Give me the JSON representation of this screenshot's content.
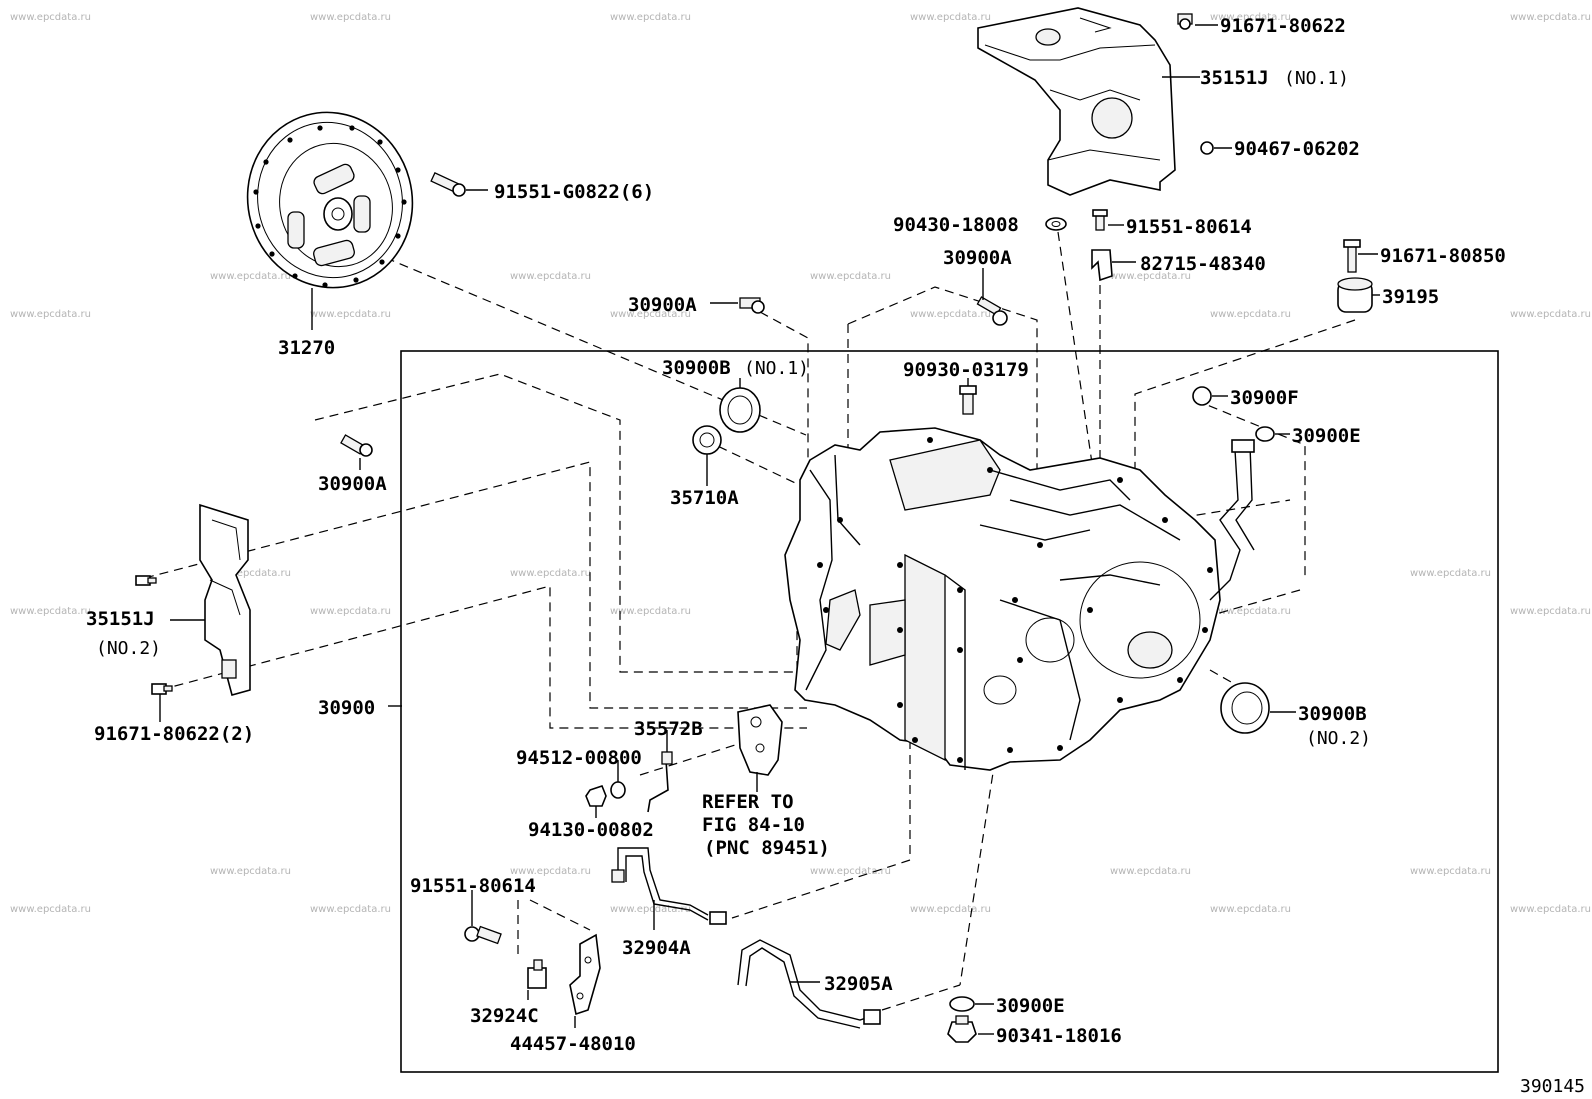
{
  "diagram_id": "390145",
  "watermark_text": "www.epcdata.ru",
  "labels": {
    "p31270": "31270",
    "p91551_G0822": "91551-G0822(6)",
    "p91671_80622": "91671-80622",
    "p35151J_no1": "35151J",
    "p35151J_no1_note": "(NO.1)",
    "p90467_06202": "90467-06202",
    "p90430_18008": "90430-18008",
    "p91551_80614_top": "91551-80614",
    "p82715_48340": "82715-48340",
    "p91671_80850": "91671-80850",
    "p39195": "39195",
    "p30900A_top": "30900A",
    "p30900A_mid": "30900A",
    "p30900B_no1": "30900B",
    "p30900B_no1_note": "(NO.1)",
    "p90930_03179": "90930-03179",
    "p30900F": "30900F",
    "p30900E_right": "30900E",
    "p35710A": "35710A",
    "p30900A_left": "30900A",
    "p35151J_no2": "35151J",
    "p35151J_no2_note": "(NO.2)",
    "p91671_80622_2": "91671-80622(2)",
    "p30900": "30900",
    "p35572B": "35572B",
    "p94512_00800": "94512-00800",
    "p94130_00802": "94130-00802",
    "refer_line1": "REFER TO",
    "refer_line2": "FIG 84-10",
    "refer_line3": "(PNC 89451)",
    "p30900B_no2": "30900B",
    "p30900B_no2_note": "(NO.2)",
    "p91551_80614_bot": "91551-80614",
    "p32904A": "32904A",
    "p32905A": "32905A",
    "p32924C": "32924C",
    "p44457_48010": "44457-48010",
    "p30900E_bot": "30900E",
    "p90341_18016": "90341-18016"
  }
}
